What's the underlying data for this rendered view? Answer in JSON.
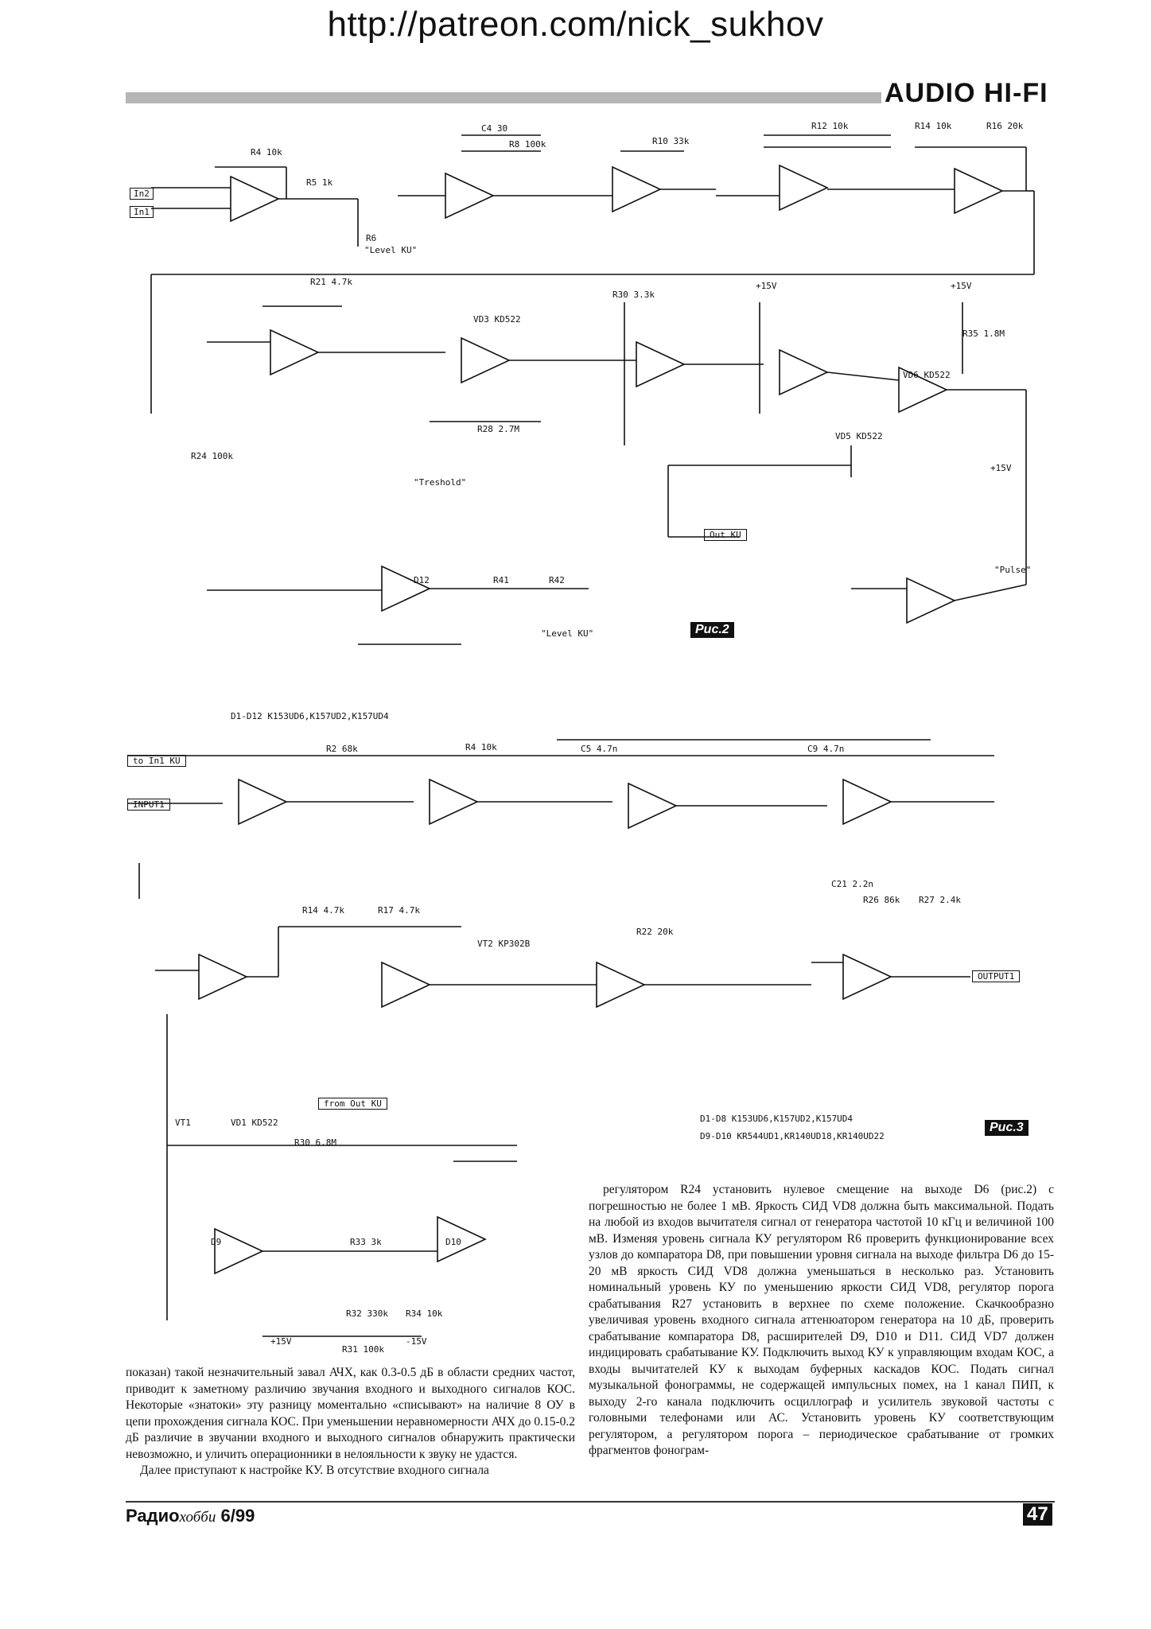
{
  "header": {
    "url": "http://patreon.com/nick_sukhov",
    "rubric": "AUDIO HI-FI"
  },
  "figure2": {
    "label": "Рис.2",
    "parts_note": "D1-D12 K153UD6,K157UD2,K157UD4",
    "tags": {
      "in2": "In2",
      "in1": "In1",
      "out_ku": "Out KU",
      "level_ku": "\"Level KU\"",
      "treshold": "\"Treshold\"",
      "pulse": "\"Pulse\"",
      "level_ku_led": "\"Level KU\""
    }
  },
  "figure3": {
    "label": "Рис.3",
    "parts_note_1": "D1-D8 K153UD6,K157UD2,K157UD4",
    "parts_note_2": "D9-D10 KR544UD1,KR140UD18,KR140UD22",
    "tags": {
      "to_in1": "to In1 KU",
      "input1": "INPUT1",
      "output1": "OUTPUT1",
      "from_out": "from Out KU"
    }
  },
  "text": {
    "left_col": [
      "показан) такой незначительный завал АЧХ, как 0.3-0.5 дБ в области средних частот, приводит к заметному различию звучания входного и выходного сигналов КОС. Некоторые «знатоки» эту разницу моментально «списывают» на наличие 8 ОУ в цепи прохождения сигнала КОС. При уменьшении неравномерности АЧХ до 0.15-0.2 дБ различие в звучании входного и выходного сигналов обнаружить практически невозможно, и уличить операционники в нелояльности к звуку не удастся.",
      "Далее приступают к настройке КУ. В отсутствие входного сигнала"
    ],
    "right_col": [
      "регулятором R24 установить нулевое смещение на выходе D6 (рис.2) с погрешностью не более 1 мВ. Яркость СИД VD8 должна быть максимальной. Подать на любой из входов вычитателя сигнал от генератора частотой 10 кГц и величиной 100 мВ. Изменяя уровень сигнала КУ регулятором R6 проверить функционирование всех узлов до компаратора D8, при повышении уровня сигнала на выходе фильтра D6 до 15-20 мВ яркость СИД VD8 должна уменьшаться в несколько раз. Установить номинальный уровень КУ по уменьшению яркости СИД VD8, регулятор порога срабатывания R27 установить в верхнее по схеме положение. Скачкообразно увеличивая уровень входного сигнала аттенюатором генератора на 10 дБ, проверить срабатывание компаратора D8, расширителей D9, D10 и D11. СИД VD7 должен индицировать срабатывание КУ. Подключить выход КУ к управляющим входам КОС, а входы вычитателей КУ к выходам буферных каскадов КОС. Подать сигнал музыкальной фонограммы, не содержащей импульсных помех, на 1 канал ПИП, к выходу 2-го канала подключить осциллограф и усилитель звуковой частоты с головными телефонами или АС. Установить уровень КУ соответствующим регулятором, а регулятором порога – периодическое срабатывание от громких фрагментов фонограм-"
    ]
  },
  "footer": {
    "magazine": "Радио",
    "magazine_suffix": "хобби",
    "issue": "6/99",
    "page": "47"
  },
  "colors": {
    "ink": "#111111",
    "bar": "#b5b5b5",
    "paper": "#ffffff"
  }
}
